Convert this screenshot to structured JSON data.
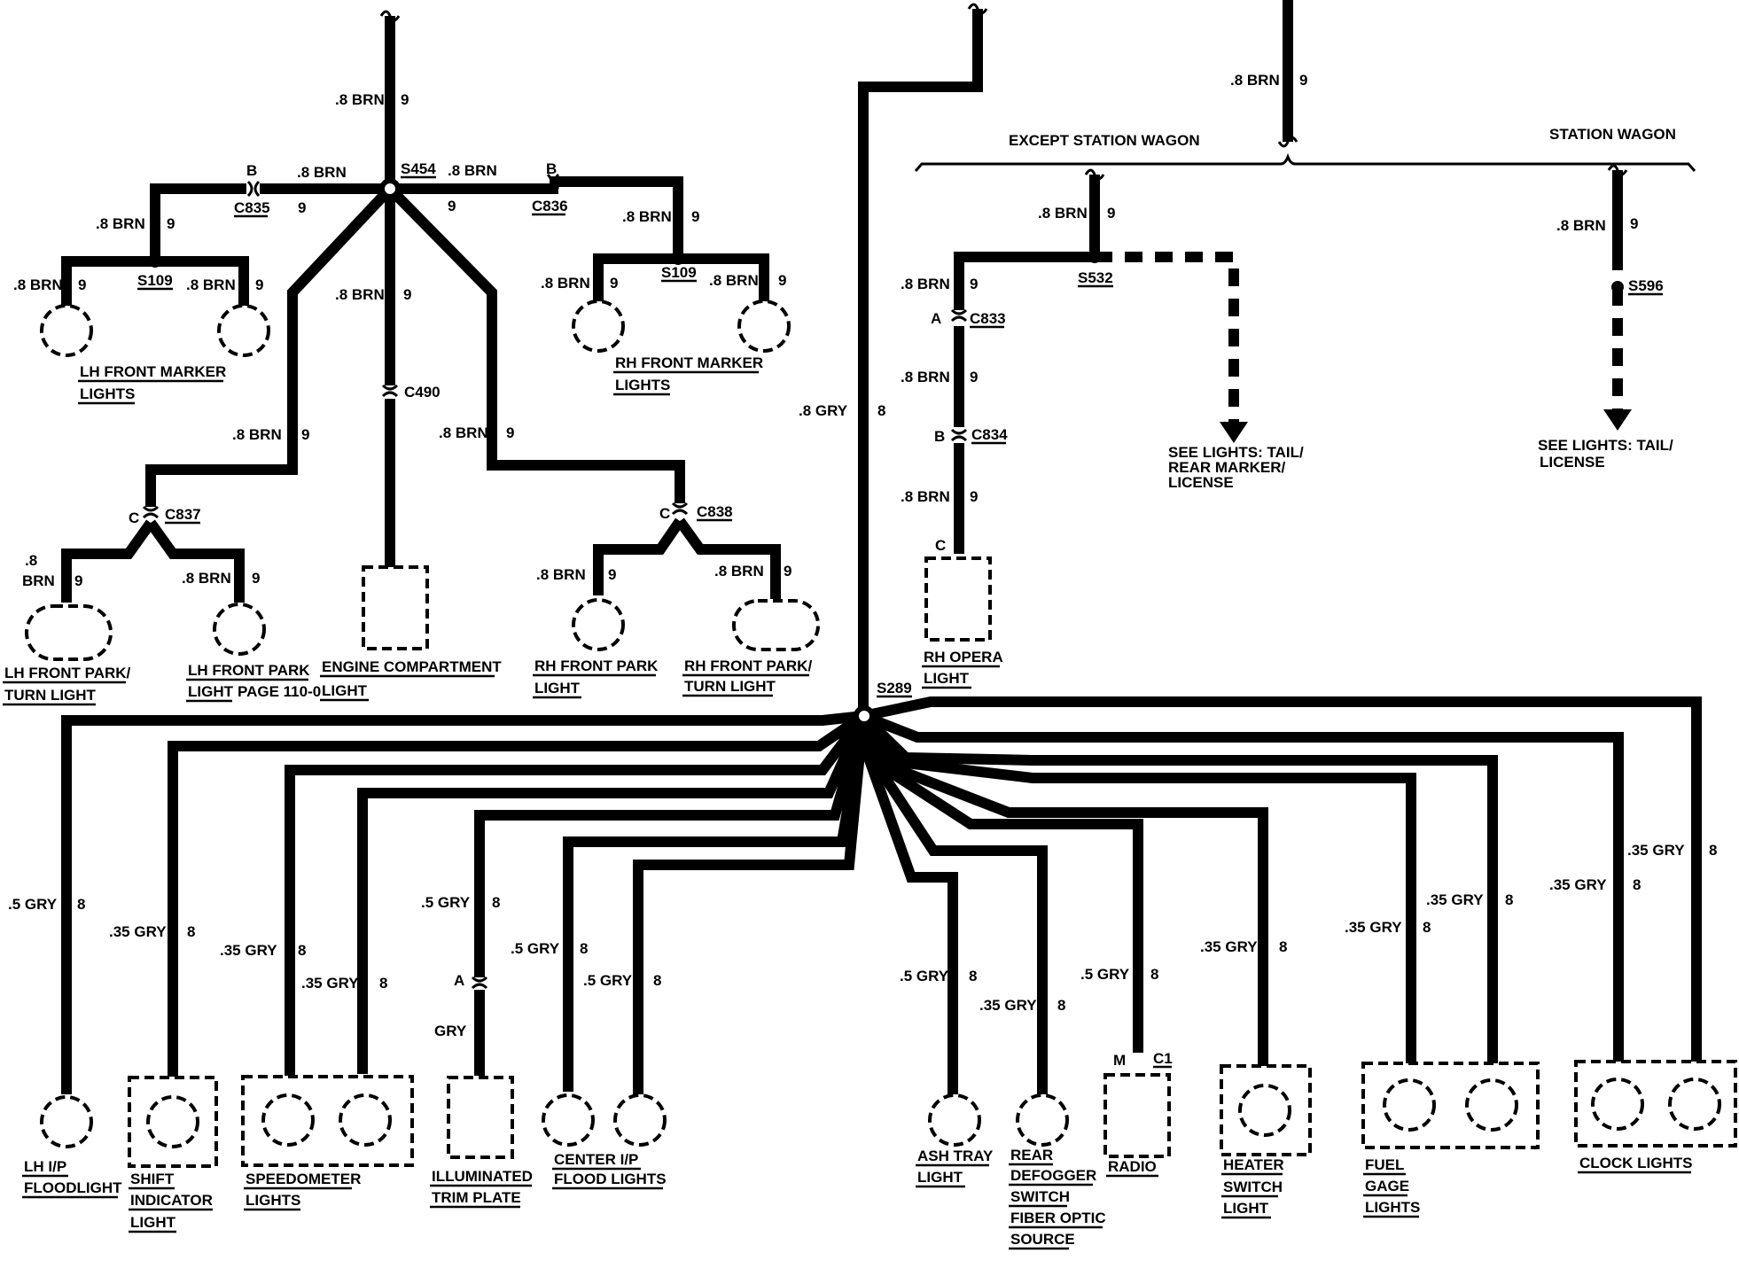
{
  "wire_labels": {
    "w_brn_top": ".8 BRN",
    "w_brn_top_n": "9",
    "w_brn_c835": ".8 BRN",
    "w_brn_c835_n": "9",
    "w_brn_c836": ".8 BRN",
    "w_brn_c836_n": "9",
    "w_brn_lhm": ".8 BRN",
    "w_brn_lhm_n": "9",
    "w_brn_lhm1": ".8 BRN",
    "w_brn_lhm1_n": "9",
    "w_brn_lhm2": ".8 BRN",
    "w_brn_lhm2_n": "9",
    "w_brn_rhm": ".8 BRN",
    "w_brn_rhm_n": "9",
    "w_brn_rhm1": ".8 BRN",
    "w_brn_rhm1_n": "9",
    "w_brn_rhm2": ".8 BRN",
    "w_brn_rhm2_n": "9",
    "w_brn_center": ".8 BRN",
    "w_brn_center_n": "9",
    "w_brn_lhpk": ".8 BRN",
    "w_brn_lhpk_n": "9",
    "w_brn_rhpk": ".8 BRN",
    "w_brn_rhpk_n": "9",
    "w_brn_lhpt_a": ".8",
    "w_brn_lhpt_b": "BRN",
    "w_brn_lhpt_n": "9",
    "w_brn_lhp": ".8 BRN",
    "w_brn_lhp_n": "9",
    "w_brn_rhp": ".8 BRN",
    "w_brn_rhp_n": "9",
    "w_brn_rhpt": ".8 BRN",
    "w_brn_rhpt_n": "9",
    "w_gry_main": ".8 GRY",
    "w_gry_main_n": "8",
    "w_brn_right_top": ".8 BRN",
    "w_brn_right_top_n": "9",
    "w_brn_except": ".8 BRN",
    "w_brn_except_n": "9",
    "w_brn_opera1": ".8 BRN",
    "w_brn_opera1_n": "9",
    "w_brn_opera2": ".8 BRN",
    "w_brn_opera2_n": "9",
    "w_brn_opera3": ".8 BRN",
    "w_brn_opera3_n": "9",
    "w_brn_sw": ".8 BRN",
    "w_brn_sw_n": "9",
    "g1": ".5 GRY",
    "g1_n": "8",
    "g2": ".35 GRY",
    "g2_n": "8",
    "g3": ".35 GRY",
    "g3_n": "8",
    "g4": ".35 GRY",
    "g4_n": "8",
    "g5": ".5 GRY",
    "g5_n": "8",
    "g5_b": "GRY",
    "g6": ".5 GRY",
    "g6_n": "8",
    "g7": ".5 GRY",
    "g7_n": "8",
    "g8": ".5 GRY",
    "g8_n": "8",
    "g9": ".35 GRY",
    "g9_n": "8",
    "g10": ".5 GRY",
    "g10_n": "8",
    "g11": ".35 GRY",
    "g11_n": "8",
    "g12": ".35 GRY",
    "g12_n": "8",
    "g13": ".35 GRY",
    "g13_n": "8",
    "g14": ".35 GRY",
    "g14_n": "8",
    "g15": ".35 GRY",
    "g15_n": "8"
  },
  "nodes": {
    "s454": "S454",
    "s109a": "S109",
    "s109b": "S109",
    "s289": "S289",
    "s532": "S532",
    "s596": "S596",
    "c835": "C835",
    "c836": "C836",
    "c837": "C837",
    "c838": "C838",
    "c490": "C490",
    "c833": "C833",
    "c834": "C834",
    "c1": "C1",
    "pin_b1": "B",
    "pin_b2": "B",
    "pin_c1": "C",
    "pin_c2": "C",
    "pin_a833": "A",
    "pin_b834": "B",
    "pin_c_opera": "C",
    "pin_a_trim": "A",
    "pin_m_radio": "M"
  },
  "sections": {
    "except_wagon": "EXCEPT STATION WAGON",
    "wagon": "STATION WAGON",
    "see1_l1": "SEE LIGHTS: TAIL/",
    "see1_l2": "REAR MARKER/",
    "see1_l3": "LICENSE",
    "see2_l1": "SEE LIGHTS: TAIL/",
    "see2_l2": "LICENSE"
  },
  "components": {
    "lh_marker_l1": "LH FRONT MARKER",
    "lh_marker_l2": "LIGHTS",
    "rh_marker_l1": "RH FRONT MARKER",
    "rh_marker_l2": "LIGHTS",
    "lh_parkturn_l1": "LH FRONT PARK/",
    "lh_parkturn_l2": "TURN LIGHT",
    "lh_park_l1": "LH FRONT PARK",
    "lh_park_l2": "LIGHT",
    "lh_park_ref": "PAGE 110-0",
    "engine_l1": "ENGINE COMPARTMENT",
    "engine_l2": "LIGHT",
    "rh_park_l1": "RH FRONT PARK",
    "rh_park_l2": "LIGHT",
    "rh_parkturn_l1": "RH FRONT PARK/",
    "rh_parkturn_l2": "TURN LIGHT",
    "opera_l1": "RH OPERA",
    "opera_l2": "LIGHT",
    "lhip_l1": "LH I/P",
    "lhip_l2": "FLOODLIGHT",
    "shift_l1": "SHIFT",
    "shift_l2": "INDICATOR",
    "shift_l3": "LIGHT",
    "speedo_l1": "SPEEDOMETER",
    "speedo_l2": "LIGHTS",
    "trim_l1": "ILLUMINATED",
    "trim_l2": "TRIM PLATE",
    "center_l1": "CENTER I/P",
    "center_l2": "FLOOD LIGHTS",
    "ash_l1": "ASH TRAY",
    "ash_l2": "LIGHT",
    "defog_l1": "REAR",
    "defog_l2": "DEFOGGER",
    "defog_l3": "SWITCH",
    "defog_l4": "FIBER OPTIC",
    "defog_l5": "SOURCE",
    "radio_l1": "RADIO",
    "heater_l1": "HEATER",
    "heater_l2": "SWITCH",
    "heater_l3": "LIGHT",
    "fuel_l1": "FUEL",
    "fuel_l2": "GAGE",
    "fuel_l3": "LIGHTS",
    "clock_l1": "CLOCK LIGHTS"
  }
}
